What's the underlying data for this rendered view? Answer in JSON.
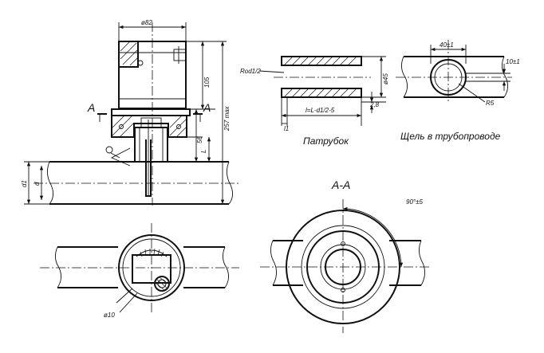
{
  "dims": {
    "phi82": "ø82",
    "d105": "105",
    "d257": "257 max",
    "d56": "56",
    "L": "L",
    "d1": "d1",
    "d": "d",
    "rod": "Rod1/2",
    "d45": "ø45",
    "len": "l=L-d1/2-5",
    "l1": "l1",
    "d28": "2,8",
    "d40": "40±1",
    "d10": "10±1",
    "R5": "R5",
    "phi10": "ø10",
    "angle": "90°±5"
  },
  "labels": {
    "sectionA1": "A",
    "sectionA2": "A",
    "sectionAA": "A-A",
    "patrubok": "Патрубок",
    "slot": "Щель в трубопроводе"
  }
}
